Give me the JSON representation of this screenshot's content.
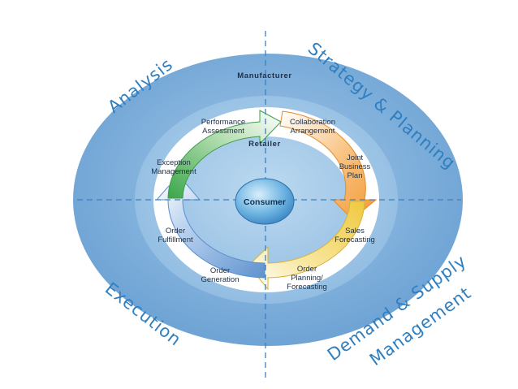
{
  "diagram": {
    "quadrants": {
      "top_left": "Analysis",
      "top_right": "Strategy & Planning",
      "bottom_left": "Execution",
      "bottom_right_line1": "Demand & Supply",
      "bottom_right_line2": "Management"
    },
    "outer_label": "Manufacturer",
    "inner_label": "Retailer",
    "center_label": "Consumer",
    "steps": {
      "collaboration": [
        "Collaboration",
        "Arrangement"
      ],
      "joint_plan": [
        "Joint",
        "Business",
        "Plan"
      ],
      "sales_forecasting": [
        "Sales",
        "Forecasting"
      ],
      "order_planning": [
        "Order",
        "Planning/",
        "Forecasting"
      ],
      "order_generation": [
        "Order",
        "Generation"
      ],
      "order_fulfillment": [
        "Order",
        "Fulfillment"
      ],
      "exception_management": [
        "Exception",
        "Management"
      ],
      "performance_assessment": [
        "Performance",
        "Assessment"
      ]
    },
    "colors": {
      "outer_disc": "#7fb0dc",
      "inner_disc": "#a9cdea",
      "ring": "#ffffff",
      "quadrant_text": "#2f7fc0",
      "orange_arrow": "#f4a24a",
      "yellow_arrow": "#f3d565",
      "blue_arrow": "#8fb6e0",
      "green_arrow": "#4fb35a",
      "divider": "#3d7fc0",
      "core": "#5fa9dc"
    }
  }
}
